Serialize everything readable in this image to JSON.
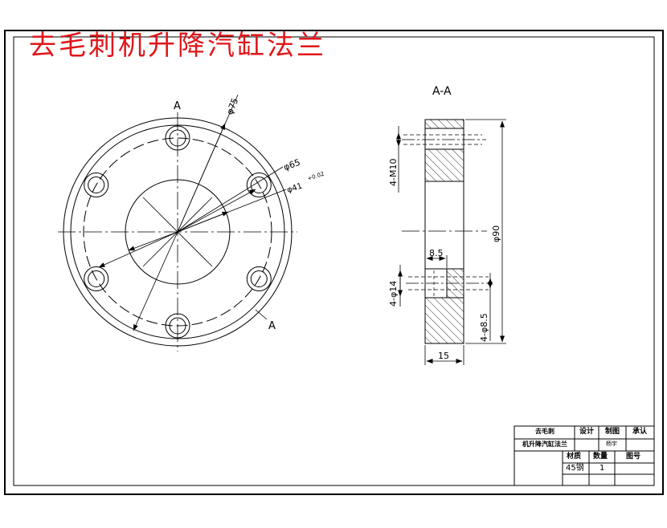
{
  "drawing": {
    "title": "去毛刺机升降汽缸法兰",
    "plan_view": {
      "section_mark_top": "A",
      "section_mark_bottom": "A",
      "dim_outer": "φ75",
      "dim_bolt_circle": "φ65",
      "dim_inner": "φ41",
      "dim_inner_tolerance": "+0.02",
      "hole_count": 6
    },
    "section_view": {
      "label": "A-A",
      "dim_thread": "4-M10",
      "dim_counterbore": "4-φ14",
      "dim_hole": "4-φ8.5",
      "dim_height": "φ90",
      "dim_cb_width": "8.5",
      "dim_thickness": "15"
    }
  },
  "title_block": {
    "name_line1": "去毛刺",
    "name_line2": "机升降汽缸法兰",
    "design_label": "设计",
    "draw_label": "制图",
    "approve_label": "承认",
    "drawer_name": "杨宇",
    "material_label": "材质",
    "quantity_label": "数量",
    "drawing_no_label": "图号",
    "material_value": "45钢",
    "quantity_value": "1"
  }
}
